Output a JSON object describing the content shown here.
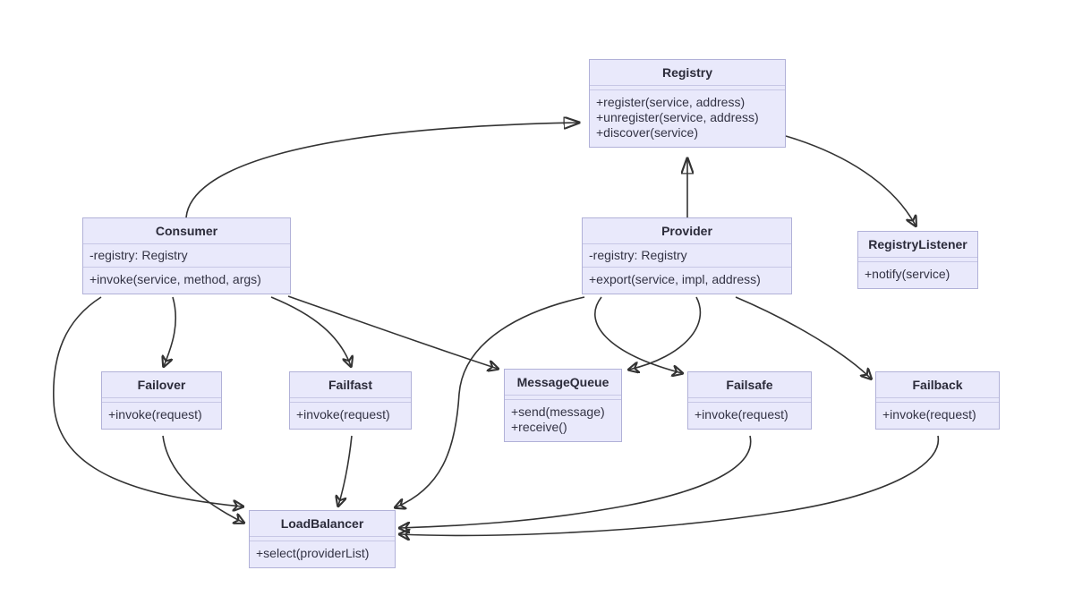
{
  "diagram": {
    "type": "uml-class-diagram",
    "colors": {
      "class_fill": "#e9e9fb",
      "class_border": "#b1b1d8",
      "divider": "#c7c7e5",
      "text": "#333344",
      "arrow": "#333333",
      "background": "#ffffff"
    },
    "classes": [
      {
        "name": "Registry",
        "attributes": [],
        "methods": [
          "+register(service, address)",
          "+unregister(service, address)",
          "+discover(service)"
        ]
      },
      {
        "name": "Consumer",
        "attributes": [
          "-registry: Registry"
        ],
        "methods": [
          "+invoke(service, method, args)"
        ]
      },
      {
        "name": "Provider",
        "attributes": [
          "-registry: Registry"
        ],
        "methods": [
          "+export(service, impl, address)"
        ]
      },
      {
        "name": "RegistryListener",
        "attributes": [],
        "methods": [
          "+notify(service)"
        ]
      },
      {
        "name": "Failover",
        "attributes": [],
        "methods": [
          "+invoke(request)"
        ]
      },
      {
        "name": "Failfast",
        "attributes": [],
        "methods": [
          "+invoke(request)"
        ]
      },
      {
        "name": "MessageQueue",
        "attributes": [],
        "methods": [
          "+send(message)",
          "+receive()"
        ]
      },
      {
        "name": "Failsafe",
        "attributes": [],
        "methods": [
          "+invoke(request)"
        ]
      },
      {
        "name": "Failback",
        "attributes": [],
        "methods": [
          "+invoke(request)"
        ]
      },
      {
        "name": "LoadBalancer",
        "attributes": [],
        "methods": [
          "+select(providerList)"
        ]
      }
    ],
    "edges": [
      {
        "from": "Consumer",
        "to": "Registry",
        "head": "triangle"
      },
      {
        "from": "Provider",
        "to": "Registry",
        "head": "triangle"
      },
      {
        "from": "Registry",
        "to": "RegistryListener",
        "head": "vee"
      },
      {
        "from": "Consumer",
        "to": "Failover",
        "head": "vee"
      },
      {
        "from": "Consumer",
        "to": "Failfast",
        "head": "vee"
      },
      {
        "from": "Consumer",
        "to": "MessageQueue",
        "head": "vee"
      },
      {
        "from": "Consumer",
        "to": "LoadBalancer",
        "head": "vee"
      },
      {
        "from": "Provider",
        "to": "MessageQueue",
        "head": "vee"
      },
      {
        "from": "Provider",
        "to": "Failsafe",
        "head": "vee"
      },
      {
        "from": "Provider",
        "to": "Failback",
        "head": "vee"
      },
      {
        "from": "Provider",
        "to": "LoadBalancer",
        "head": "vee"
      },
      {
        "from": "Failover",
        "to": "LoadBalancer",
        "head": "vee"
      },
      {
        "from": "Failfast",
        "to": "LoadBalancer",
        "head": "vee"
      },
      {
        "from": "Failsafe",
        "to": "LoadBalancer",
        "head": "vee"
      },
      {
        "from": "Failback",
        "to": "LoadBalancer",
        "head": "vee"
      }
    ]
  }
}
